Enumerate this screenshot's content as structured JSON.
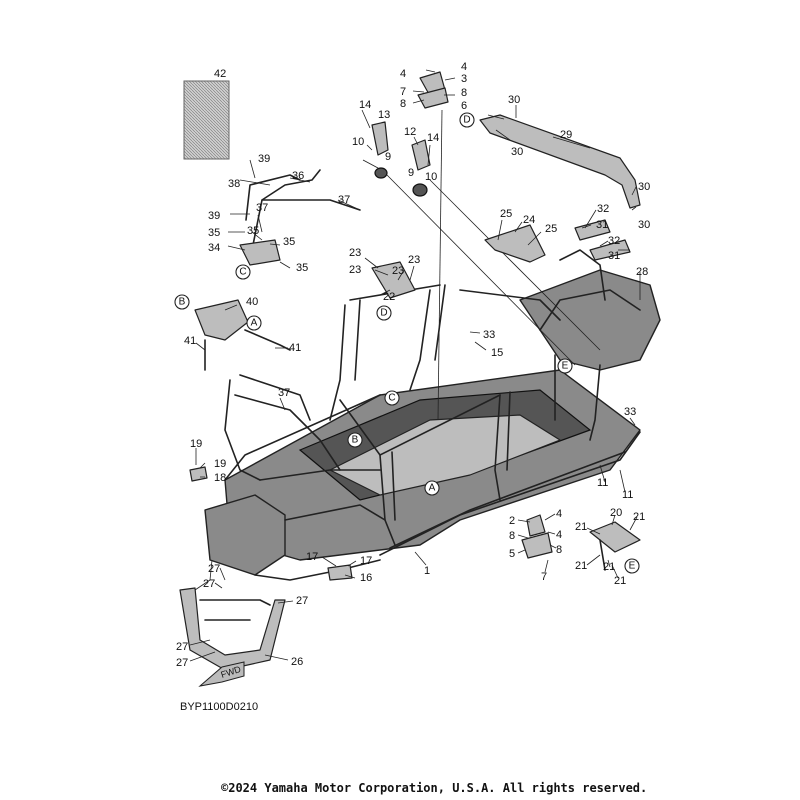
{
  "diagram_code": "BYP1100D0210",
  "copyright": "©2024 Yamaha Motor Corporation, U.S.A. All rights reserved.",
  "fwd_label": "FWD",
  "callouts": [
    "A",
    "B",
    "C",
    "D",
    "E"
  ],
  "part_numbers": [
    "1",
    "2",
    "3",
    "4",
    "5",
    "6",
    "7",
    "8",
    "9",
    "10",
    "11",
    "12",
    "13",
    "14",
    "15",
    "16",
    "17",
    "18",
    "19",
    "20",
    "21",
    "22",
    "23",
    "24",
    "25",
    "26",
    "27",
    "28",
    "29",
    "30",
    "31",
    "32",
    "33",
    "34",
    "35",
    "36",
    "37",
    "38",
    "39",
    "40",
    "41",
    "42"
  ]
}
